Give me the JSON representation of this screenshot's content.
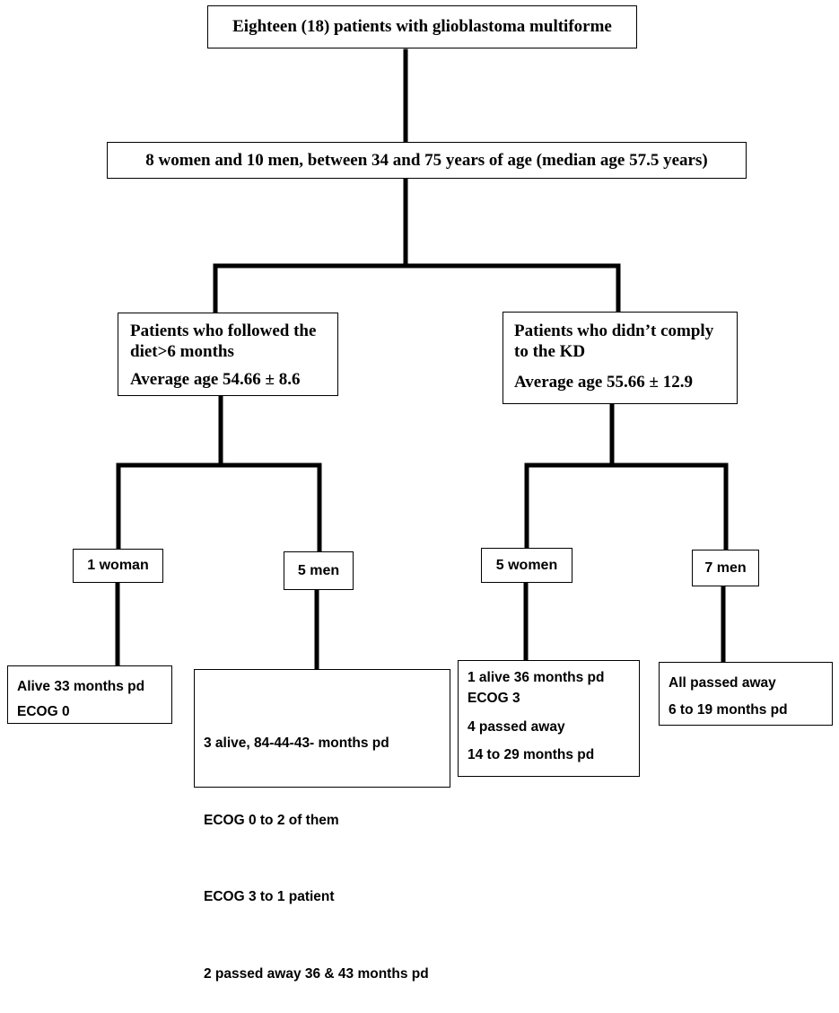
{
  "root": {
    "text": "Eighteen (18) patients with glioblastoma multiforme"
  },
  "demographics": {
    "text": "8 women and 10 men, between 34 and 75 years of age (median age 57.5 years)"
  },
  "group_followed": {
    "title_line1": "Patients who followed the",
    "title_line2": "diet>6 months",
    "age": "Average age 54.66 ± 8.6"
  },
  "group_noncomply": {
    "title_line1": "Patients who didn’t comply",
    "title_line2": "to the KD",
    "age": "Average age 55.66 ± 12.9"
  },
  "subgroups": {
    "followed_women": {
      "label": "1 woman"
    },
    "followed_men": {
      "label": "5 men"
    },
    "noncomply_women": {
      "label": "5 women"
    },
    "noncomply_men": {
      "label": "7 men"
    }
  },
  "outcomes": {
    "followed_women": {
      "lines": [
        "Alive 33 months pd",
        "ECOG 0"
      ]
    },
    "followed_men": {
      "lines": [
        "3 alive, 84-44-43- months pd",
        "ECOG 0 to 2 of them",
        " ECOG 3 to 1 patient",
        "2 passed away 36 & 43 months pd"
      ]
    },
    "noncomply_women": {
      "lines": [
        "1 alive 36 months pd",
        "ECOG 3",
        "4 passed away",
        "14 to 29 months pd"
      ]
    },
    "noncomply_men": {
      "lines": [
        "All passed away",
        "6 to 19 months pd"
      ]
    }
  }
}
